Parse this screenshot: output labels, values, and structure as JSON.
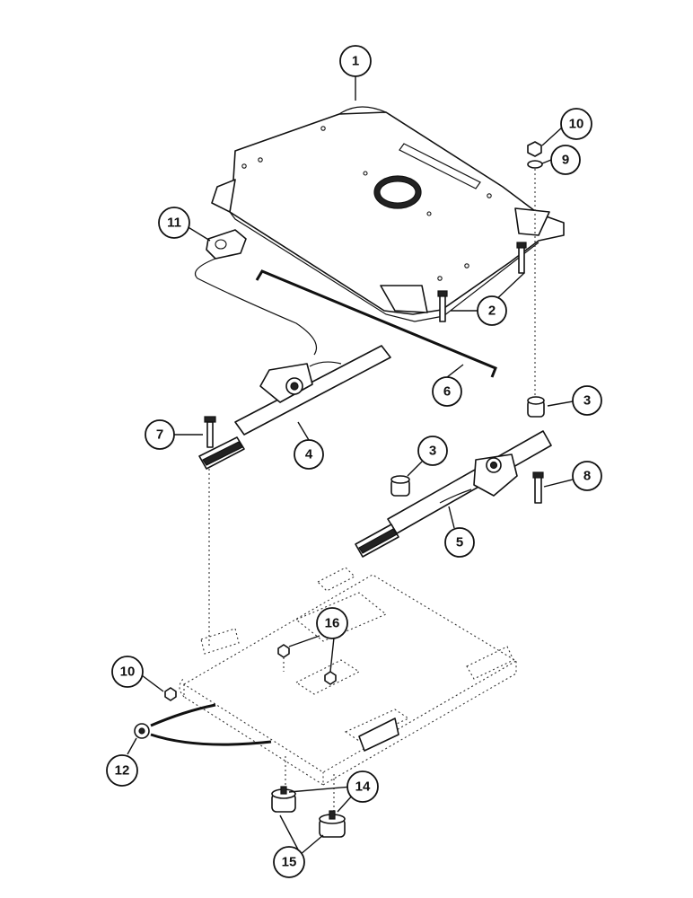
{
  "callouts": [
    {
      "id": "c1",
      "number": "1"
    },
    {
      "id": "c2",
      "number": "2"
    },
    {
      "id": "c3a",
      "number": "3"
    },
    {
      "id": "c3b",
      "number": "3"
    },
    {
      "id": "c4",
      "number": "4"
    },
    {
      "id": "c5",
      "number": "5"
    },
    {
      "id": "c6",
      "number": "6"
    },
    {
      "id": "c7",
      "number": "7"
    },
    {
      "id": "c8",
      "number": "8"
    },
    {
      "id": "c9",
      "number": "9"
    },
    {
      "id": "c10a",
      "number": "10"
    },
    {
      "id": "c10b",
      "number": "10"
    },
    {
      "id": "c11",
      "number": "11"
    },
    {
      "id": "c12",
      "number": "12"
    },
    {
      "id": "c14",
      "number": "14"
    },
    {
      "id": "c15",
      "number": "15"
    },
    {
      "id": "c16",
      "number": "16"
    }
  ],
  "colors": {
    "line": "#111111",
    "background": "#ffffff"
  }
}
